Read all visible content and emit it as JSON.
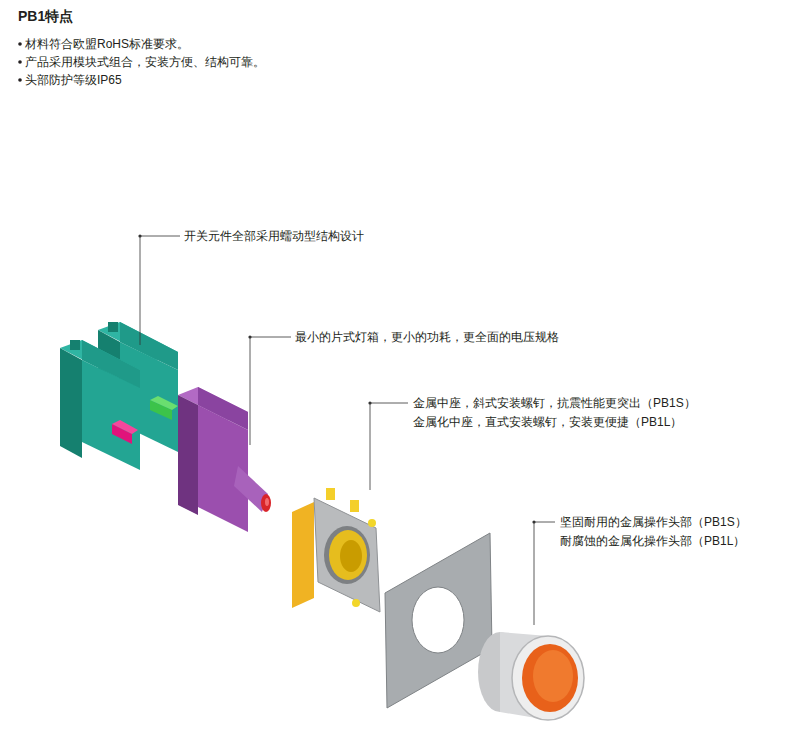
{
  "diagram": {
    "title": "PB1特点",
    "labels": [
      "材料符合欧盟RoHS标准要求。",
      "产品采用模块式组合，安装方便、结构可靠。",
      "头部防护等级IP65",
      "开关元件全部采用蠕动型结构设计",
      "最小的片式灯箱，更小的功耗，更全面的电压规格",
      "金属中座，斜式安装螺钉，抗震性能更突出（PB1S）",
      "金属化中座，直式安装螺钉，安装更便捷（PB1L）",
      "坚固耐用的金属操作头部（PB1S）",
      "耐腐蚀的金属化操作头部（PB1L）"
    ]
  }
}
